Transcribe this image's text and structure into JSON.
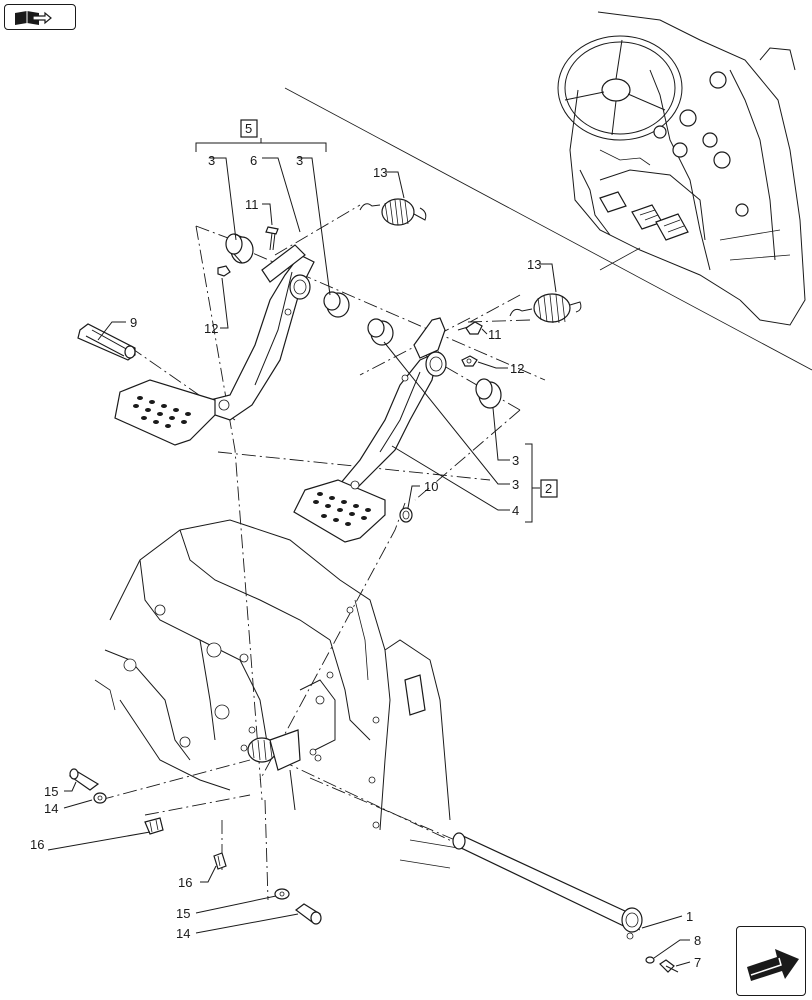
{
  "nav": {
    "top_left_icon": "book-arrow-icon",
    "bottom_right_icon": "next-page-arrow-icon"
  },
  "callouts": {
    "c1": "1",
    "c2": "2",
    "c3a": "3",
    "c3b": "3",
    "c3c": "3",
    "c3d": "3",
    "c4": "4",
    "c5": "5",
    "c6": "6",
    "c7": "7",
    "c8": "8",
    "c9": "9",
    "c10": "10",
    "c11a": "11",
    "c11b": "11",
    "c12a": "12",
    "c12b": "12",
    "c13a": "13",
    "c13b": "13",
    "c14a": "14",
    "c14b": "14",
    "c15a": "15",
    "c15b": "15",
    "c16a": "16",
    "c16b": "16"
  }
}
